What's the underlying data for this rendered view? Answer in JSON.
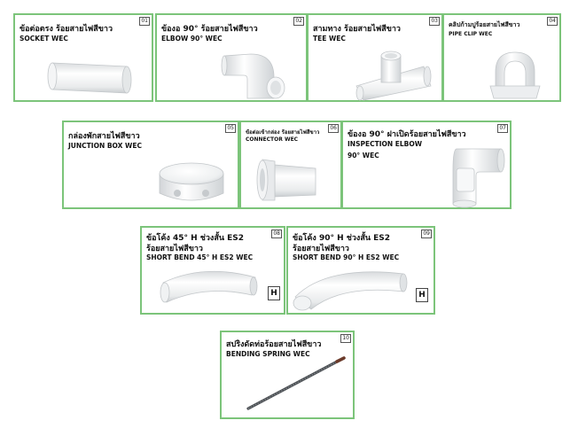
{
  "items": [
    {
      "num": "01",
      "th": "ข้อต่อตรง ร้อยสายไฟสีขาว",
      "en": "SOCKET WEC",
      "icon": "socket-pipe-icon"
    },
    {
      "num": "02",
      "th": "ข้องอ 90° ร้อยสายไฟสีขาว",
      "en": "ELBOW 90° WEC",
      "icon": "elbow-pipe-icon"
    },
    {
      "num": "03",
      "th": "สามทาง ร้อยสายไฟสีขาว",
      "en": "TEE WEC",
      "icon": "tee-pipe-icon"
    },
    {
      "num": "04",
      "th": "คลิปก้ามปูร้อยสายไฟสีขาว",
      "en": "PIPE CLIP WEC",
      "icon": "pipe-clip-icon"
    },
    {
      "num": "05",
      "th": "กล่องพักสายไฟสีขาว",
      "en": "JUNCTION BOX WEC",
      "icon": "junction-box-icon"
    },
    {
      "num": "06",
      "th": "ข้อต่อเข้ากล่อง ร้อยสายไฟสีขาว",
      "en": "CONNECTOR WEC",
      "icon": "connector-icon"
    },
    {
      "num": "07",
      "th": "ข้องอ 90° ฝาเปิดร้อยสายไฟสีขาว",
      "en": "INSPECTION ELBOW",
      "en2": "90° WEC",
      "icon": "inspection-elbow-icon"
    },
    {
      "num": "08",
      "th": "ข้อโค้ง 45° H ช่วงสั้น ES2",
      "th2": "ร้อยสายไฟสีขาว",
      "en": "SHORT BEND 45° H ES2 WEC",
      "badge": "H",
      "icon": "short-bend-45-icon"
    },
    {
      "num": "09",
      "th": "ข้อโค้ง 90° H ช่วงสั้น ES2",
      "th2": "ร้อยสายไฟสีขาว",
      "en": "SHORT BEND 90° H ES2 WEC",
      "badge": "H",
      "icon": "short-bend-90-icon"
    },
    {
      "num": "10",
      "th": "สปริงดัดท่อร้อยสายไฟสีขาว",
      "en": "BENDING SPRING WEC",
      "icon": "bending-spring-icon"
    }
  ]
}
